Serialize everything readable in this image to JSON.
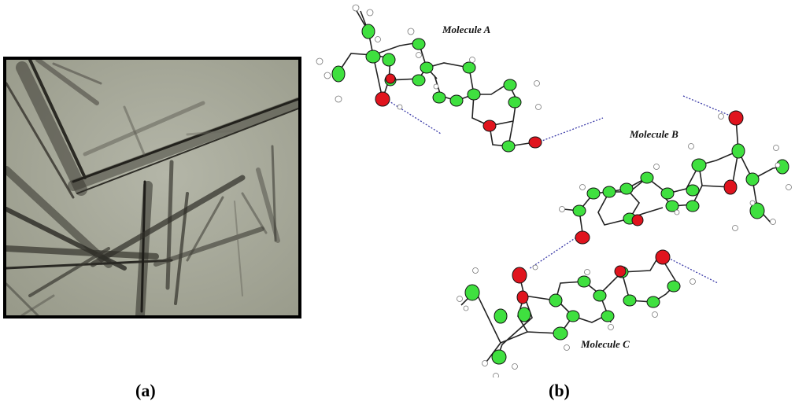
{
  "panels": {
    "a": {
      "label": "(a)"
    },
    "b": {
      "label": "(b)"
    }
  },
  "molecules": {
    "a": "Molecule A",
    "b": "Molecule B",
    "c": "Molecule C"
  },
  "colors": {
    "carbon": "#3fe03f",
    "oxygen": "#e0141e",
    "hydrogen": "#ffffff",
    "bond": "#222222",
    "h_bond": "#3b3ba8"
  }
}
